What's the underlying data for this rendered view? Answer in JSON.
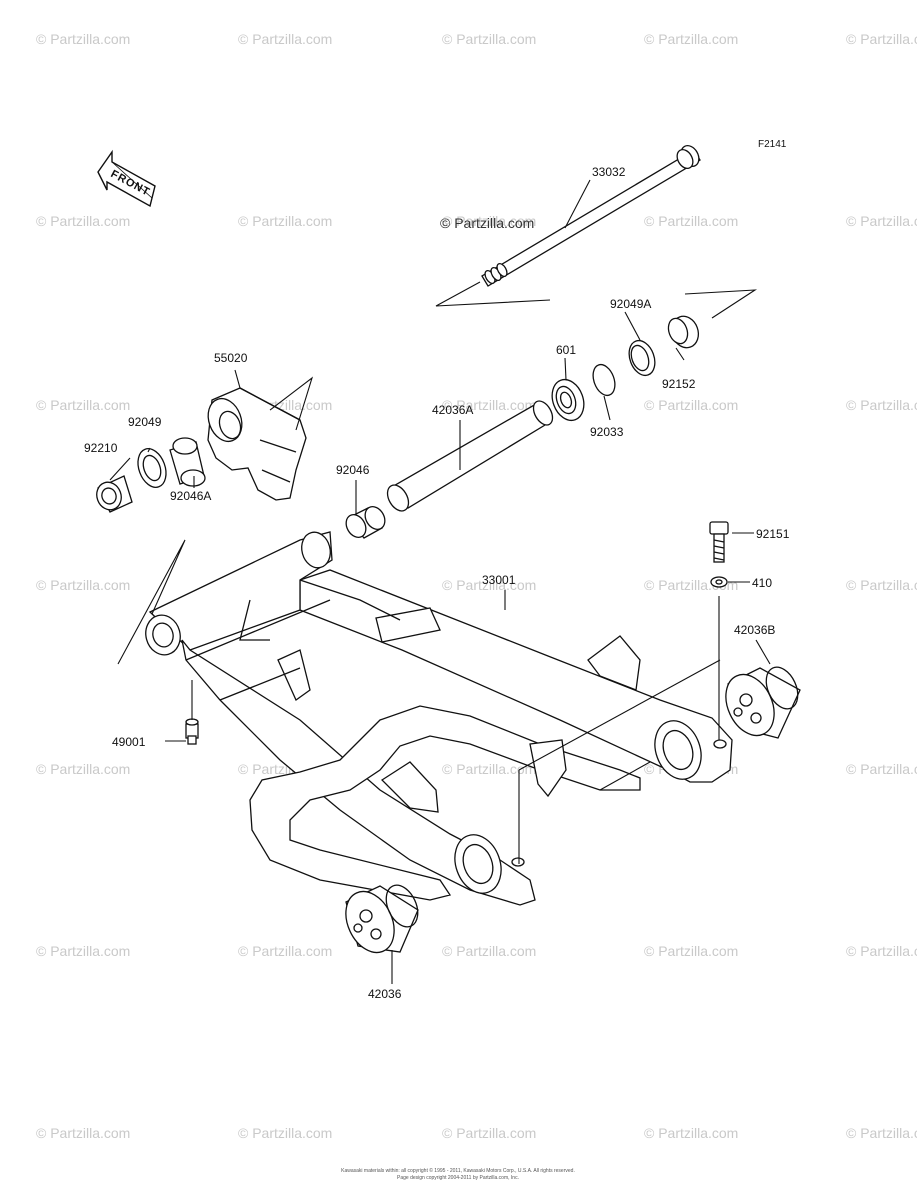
{
  "diagram": {
    "code": "F2141",
    "front_label": "FRONT",
    "center_watermark": "© Partzilla.com",
    "watermark_text": "© Partzilla.com",
    "footer_lines": [
      "Kawasaki materials within: all copyright © 1995 - 2011, Kawasaki Motors Corp., U.S.A. All rights reserved.",
      "Page design copyright 2004-2011 by Partzilla.com, Inc."
    ],
    "parts": [
      {
        "id": "p-33032",
        "label": "33032"
      },
      {
        "id": "p-92049A",
        "label": "92049A"
      },
      {
        "id": "p-601",
        "label": "601"
      },
      {
        "id": "p-92152",
        "label": "92152"
      },
      {
        "id": "p-92033",
        "label": "92033"
      },
      {
        "id": "p-55020",
        "label": "55020"
      },
      {
        "id": "p-42036A",
        "label": "42036A"
      },
      {
        "id": "p-92049",
        "label": "92049"
      },
      {
        "id": "p-92210",
        "label": "92210"
      },
      {
        "id": "p-92046A",
        "label": "92046A"
      },
      {
        "id": "p-92046",
        "label": "92046"
      },
      {
        "id": "p-92151",
        "label": "92151"
      },
      {
        "id": "p-33001",
        "label": "33001"
      },
      {
        "id": "p-410",
        "label": "410"
      },
      {
        "id": "p-42036B",
        "label": "42036B"
      },
      {
        "id": "p-49001",
        "label": "49001"
      },
      {
        "id": "p-42036",
        "label": "42036"
      }
    ]
  }
}
